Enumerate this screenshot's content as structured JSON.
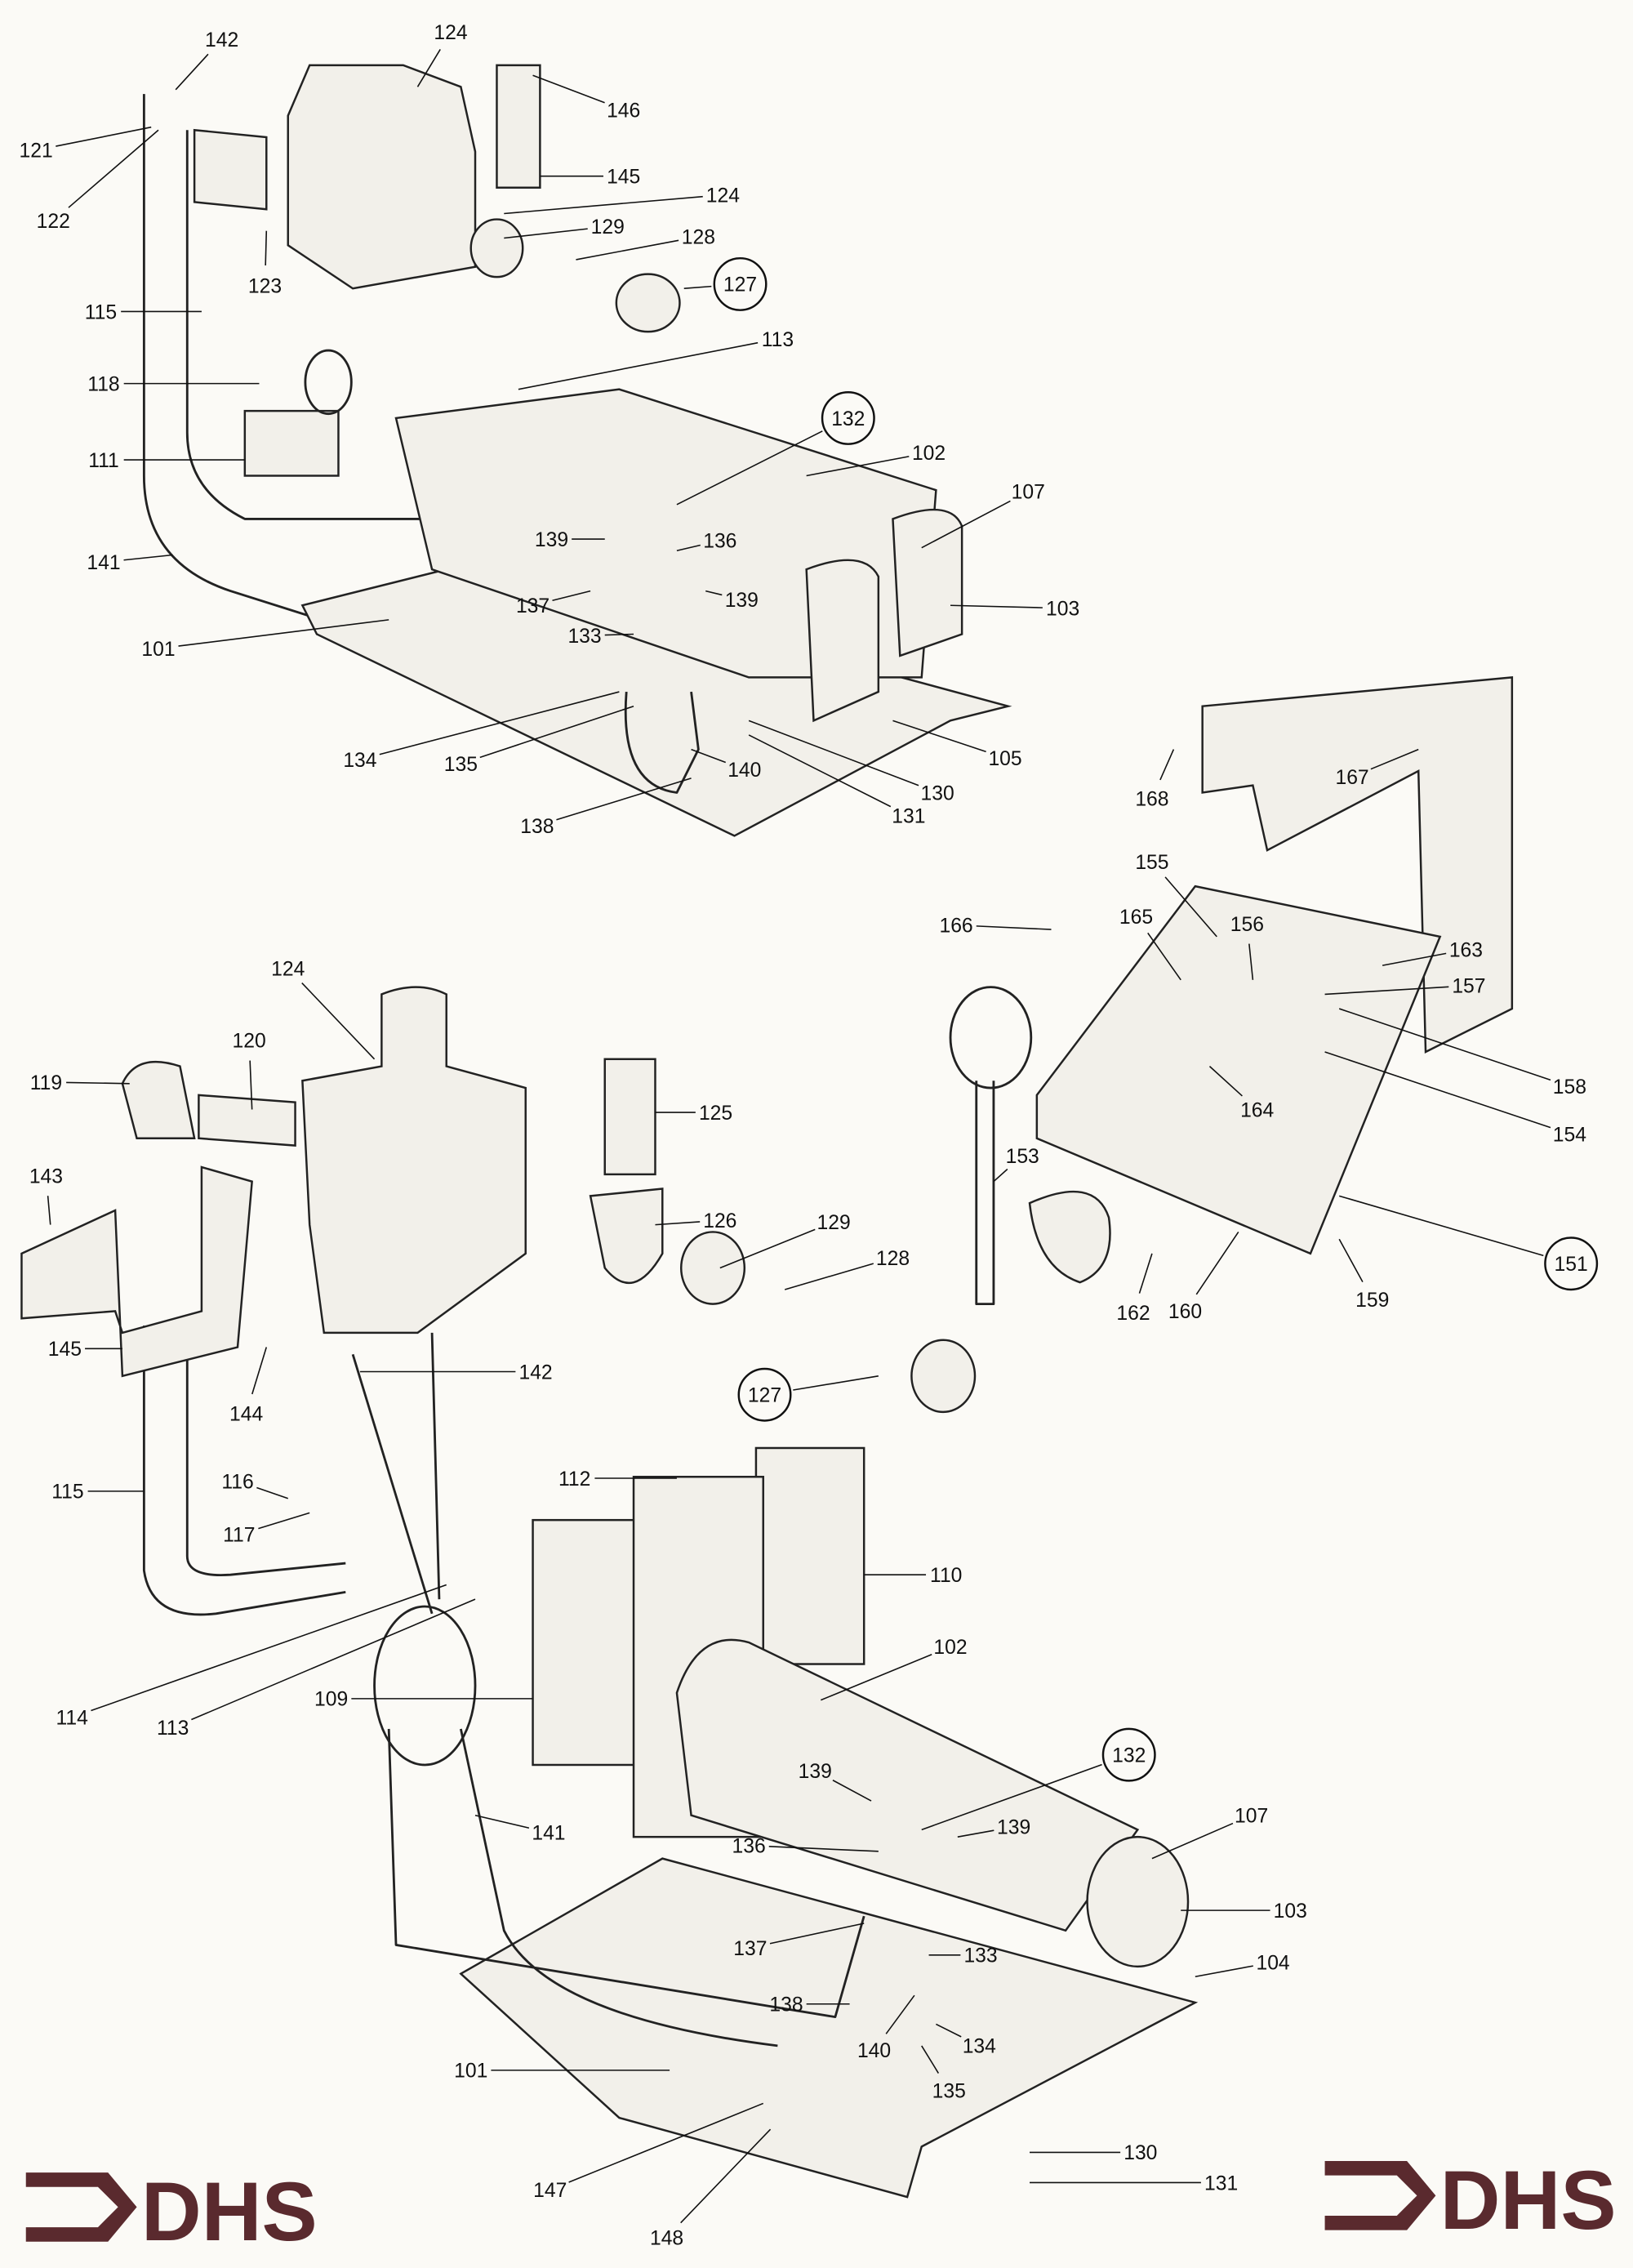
{
  "brand": {
    "logo_text": "DHS",
    "logo_color": "#5a2a2e"
  },
  "diagrams": [
    {
      "name": "top-burner-assembly",
      "labels": [
        "142",
        "124",
        "146",
        "121",
        "122",
        "145",
        "124",
        "129",
        "128",
        "127",
        "123",
        "115",
        "113",
        "118",
        "111",
        "132",
        "102",
        "107",
        "139",
        "136",
        "141",
        "137",
        "139",
        "103",
        "133",
        "101",
        "134",
        "135",
        "140",
        "105",
        "130",
        "131",
        "138"
      ],
      "circled": [
        "127",
        "132"
      ]
    },
    {
      "name": "control-box-assembly",
      "labels": [
        "168",
        "167",
        "166",
        "155",
        "165",
        "156",
        "163",
        "157",
        "158",
        "154",
        "164",
        "153",
        "151",
        "159",
        "160",
        "162"
      ],
      "circled": [
        "151"
      ]
    },
    {
      "name": "lower-burner-assembly",
      "labels": [
        "124",
        "120",
        "119",
        "125",
        "143",
        "129",
        "126",
        "128",
        "145",
        "144",
        "142",
        "127",
        "115",
        "116",
        "117",
        "112",
        "110",
        "114",
        "113",
        "102",
        "109",
        "132",
        "139",
        "107",
        "139",
        "136",
        "141",
        "103",
        "137",
        "133",
        "104",
        "138",
        "140",
        "134",
        "135",
        "101",
        "130",
        "131",
        "147",
        "148"
      ],
      "circled": [
        "127",
        "132"
      ]
    }
  ]
}
